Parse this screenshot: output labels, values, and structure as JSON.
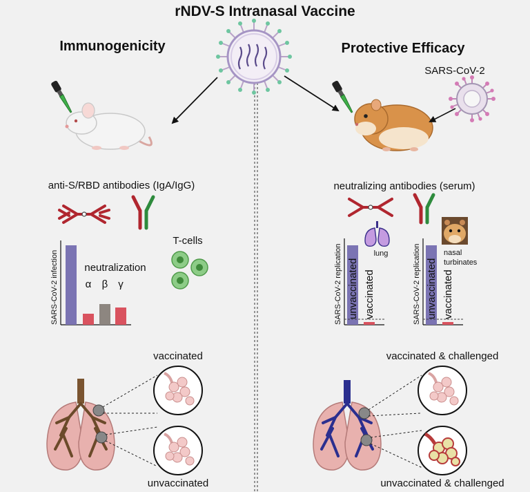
{
  "title": "rNDV-S Intranasal Vaccine",
  "left": {
    "heading": "Immunogenicity",
    "antibodies_label": "anti-S/RBD antibodies (IgA/IgG)",
    "tcells_label": "T-cells",
    "chart": {
      "ylabel": "SARS-CoV-2 infection",
      "annotation": "neutralization",
      "greek": [
        "α",
        "β",
        "γ"
      ]
    },
    "lungs_top_label": "vaccinated",
    "lungs_bottom_label": "unvaccinated"
  },
  "right": {
    "heading": "Protective Efficacy",
    "virus_label": "SARS-CoV-2",
    "antibodies_label": "neutralizing antibodies (serum)",
    "lung_chart": {
      "ylabel": "SARS-CoV-2 replication",
      "organ": "lung",
      "bars": [
        "unvaccinated",
        "vaccinated"
      ]
    },
    "nasal_chart": {
      "ylabel": "SARS-CoV-2 replication",
      "organ_line1": "nasal",
      "organ_line2": "turbinates",
      "bars": [
        "unvaccinated",
        "vaccinated"
      ]
    },
    "lungs_top_label": "vaccinated & challenged",
    "lungs_bottom_label": "unvaccinated & challenged"
  },
  "colors": {
    "bar_purple": "#7b74b3",
    "bar_red": "#d9535f",
    "bar_gray": "#8d8680",
    "antibody_red": "#b0262f",
    "antibody_green": "#2e8b3d",
    "lung_pink": "#e8b1ae",
    "bronchi_brown": "#6b4a2a",
    "bronchi_blue": "#2b2f8f",
    "tcell_green": "#7fc47a"
  }
}
